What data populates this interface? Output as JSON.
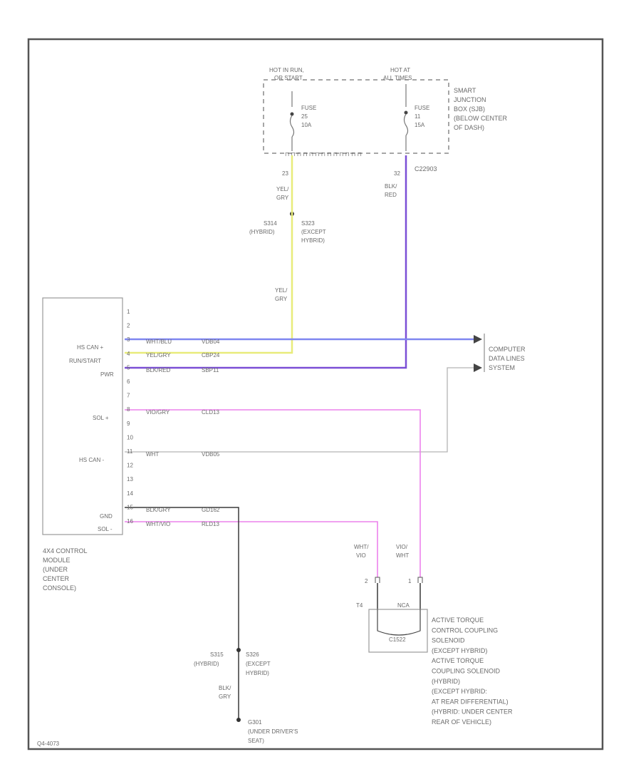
{
  "diagram_id": "Q4-4073",
  "hot_a": [
    "HOT IN RUN,",
    "OR START"
  ],
  "hot_b": [
    "HOT AT",
    "ALL TIMES"
  ],
  "fuse_a": [
    "FUSE",
    "25",
    "10A"
  ],
  "fuse_b": [
    "FUSE",
    "11",
    "15A"
  ],
  "sjb": [
    "SMART",
    "JUNCTION",
    "BOX (SJB)",
    "(BELOW CENTER",
    "OF DASH)"
  ],
  "connector_top": "C22903",
  "pin_a": "23",
  "pin_b": "32",
  "wire_yel_gry": [
    "YEL/",
    "GRY"
  ],
  "wire_blk_red": [
    "BLK/",
    "RED"
  ],
  "splice_top_a": [
    "S314",
    "(HYBRID)"
  ],
  "splice_top_b": [
    "S323",
    "(EXCEPT",
    "HYBRID)"
  ],
  "module_labels": {
    "hs_can_plus": "HS CAN +",
    "run_start": "RUN/START",
    "pwr": "PWR",
    "sol_plus": "SOL +",
    "hs_can_minus": "HS CAN -",
    "gnd": "GND",
    "sol_minus": "SOL -"
  },
  "pins": [
    "1",
    "2",
    "3",
    "4",
    "5",
    "6",
    "7",
    "8",
    "9",
    "10",
    "11",
    "12",
    "13",
    "14",
    "15",
    "16"
  ],
  "wire_rows": [
    {
      "color": "WHT/BLU",
      "circuit": "VDB04"
    },
    {
      "color": "YEL/GRY",
      "circuit": "CBP24"
    },
    {
      "color": "BLK/RED",
      "circuit": "SBP11"
    },
    {
      "color": "VIO/GRY",
      "circuit": "CLD13"
    },
    {
      "color": "WHT",
      "circuit": "VDB05"
    },
    {
      "color": "BLK/GRY",
      "circuit": "GD162"
    },
    {
      "color": "WHT/VIO",
      "circuit": "RLD13"
    }
  ],
  "computer_data": [
    "COMPUTER",
    "DATA LINES",
    "SYSTEM"
  ],
  "module_name": [
    "4X4 CONTROL",
    "MODULE",
    "(UNDER",
    "CENTER",
    "CONSOLE)"
  ],
  "sol_wire_a": [
    "WHT/",
    "VIO"
  ],
  "sol_wire_b": [
    "VIO/",
    "WHT"
  ],
  "sol_pin_a": "2",
  "sol_pin_b": "1",
  "sol_pin_a_label": "T4",
  "sol_pin_b_label": "NCA",
  "sol_conn": "C1522",
  "solenoid": [
    "ACTIVE TORQUE",
    "CONTROL COUPLING",
    "SOLENOID",
    "(EXCEPT HYBRID)",
    "ACTIVE TORQUE",
    "COUPLING SOLENOID",
    "(HYBRID)",
    "(EXCEPT HYBRID:",
    "AT REAR DIFFERENTIAL)",
    "(HYBRID: UNDER CENTER",
    "REAR OF VEHICLE)"
  ],
  "splice_bot_a": [
    "S315",
    "(HYBRID)"
  ],
  "splice_bot_b": [
    "S326",
    "(EXCEPT",
    "HYBRID)"
  ],
  "wire_blk_gry": [
    "BLK/",
    "GRY"
  ],
  "ground": [
    "G301",
    "(UNDER DRIVER'S",
    "SEAT)"
  ],
  "colors": {
    "yellow_wire": "#e8ec7a",
    "violet_wire": "#7b4fd6",
    "blue_wire": "#7f86f0",
    "pink_wire": "#ec82ec",
    "gray_wire": "#b4b4b4",
    "black_wire": "#3a3a3a",
    "text": "#6a6a6a",
    "border": "#555555"
  }
}
